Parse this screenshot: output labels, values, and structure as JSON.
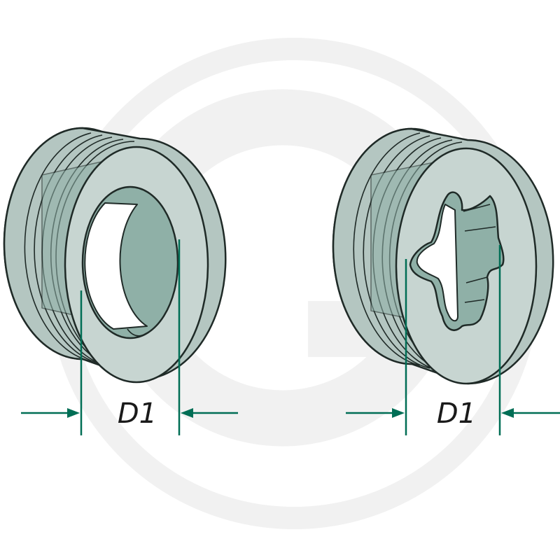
{
  "diagram": {
    "parts": [
      {
        "shape": "round bore",
        "dimension_label": "D1"
      },
      {
        "shape": "splined bore",
        "dimension_label": "D1"
      }
    ],
    "colors": {
      "body": "#b4c6c1",
      "face": "#c7d5d1",
      "inner": "#8fb0a7",
      "outline": "#1f2a27",
      "dimension": "#006e55",
      "watermark": "#f1f1f1"
    },
    "watermark_icon": "brand-g-logo-watermark"
  }
}
